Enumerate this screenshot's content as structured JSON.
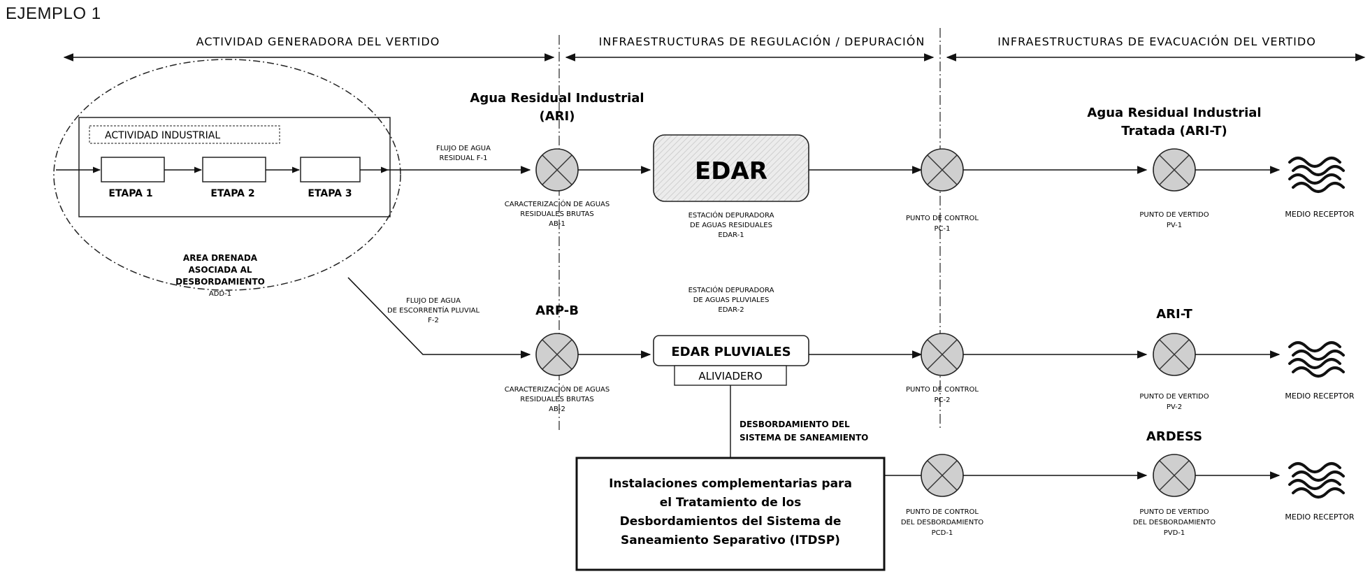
{
  "title": "EJEMPLO 1",
  "sections": {
    "generadora": "ACTIVIDAD GENERADORA DEL VERTIDO",
    "regulacion": "INFRAESTRUCTURAS DE REGULACIÓN / DEPURACIÓN",
    "evacuacion": "INFRAESTRUCTURAS DE EVACUACIÓN DEL VERTIDO"
  },
  "actividad": {
    "label": "ACTIVIDAD INDUSTRIAL",
    "etapas": [
      "ETAPA 1",
      "ETAPA 2",
      "ETAPA 3"
    ]
  },
  "area": [
    "AREA DRENADA",
    "ASOCIADA AL",
    "DESBORDAMIENTO",
    "ADD-1"
  ],
  "flujo1": [
    "FLUJO DE AGUA",
    "RESIDUAL F-1"
  ],
  "flujo2": [
    "FLUJO DE AGUA",
    "DE ESCORRENTÍA PLUVIAL",
    "F-2"
  ],
  "ari": {
    "title": [
      "Agua Residual Industrial",
      "(ARI)"
    ],
    "caption": [
      "CARACTERIZACIÓN DE AGUAS",
      "RESIDUALES BRUTAS",
      "AB-1"
    ]
  },
  "arpb": {
    "title": "ARP-B",
    "caption": [
      "CARACTERIZACIÓN DE AGUAS",
      "RESIDUALES BRUTAS",
      "AB-2"
    ]
  },
  "edar": {
    "label": "EDAR",
    "caption": [
      "ESTACIÓN DEPURADORA",
      "DE AGUAS RESIDUALES",
      "EDAR-1"
    ]
  },
  "edar_pluviales": {
    "label": "EDAR PLUVIALES",
    "aliviadero": "ALIVIADERO",
    "caption": [
      "ESTACIÓN DEPURADORA",
      "DE AGUAS PLUVIALES",
      "EDAR-2"
    ]
  },
  "desbordamiento": [
    "DESBORDAMIENTO DEL",
    "SISTEMA DE SANEAMIENTO"
  ],
  "itdsp": [
    "Instalaciones complementarias para",
    "el Tratamiento de los",
    "Desbordamientos del Sistema de",
    "Saneamiento Separativo (ITDSP)"
  ],
  "pc1": [
    "PUNTO DE CONTROL",
    "PC-1"
  ],
  "pc2": [
    "PUNTO DE CONTROL",
    "PC-2"
  ],
  "pcd1": [
    "PUNTO DE CONTROL",
    "DEL DESBORDAMIENTO",
    "PCD-1"
  ],
  "arit1": [
    "Agua Residual Industrial",
    "Tratada (ARI-T)"
  ],
  "arit2": "ARI-T",
  "ardess": "ARDESS",
  "pv1": [
    "PUNTO DE VERTIDO",
    "PV-1"
  ],
  "pv2": [
    "PUNTO DE VERTIDO",
    "PV-2"
  ],
  "pvd1": [
    "PUNTO DE VERTIDO",
    "DEL DESBORDAMIENTO",
    "PVD-1"
  ],
  "medio": "MEDIO RECEPTOR",
  "colors": {
    "node_fill": "#cfcfcf",
    "line": "#111111",
    "edar_fill": "#e4e4e4"
  }
}
